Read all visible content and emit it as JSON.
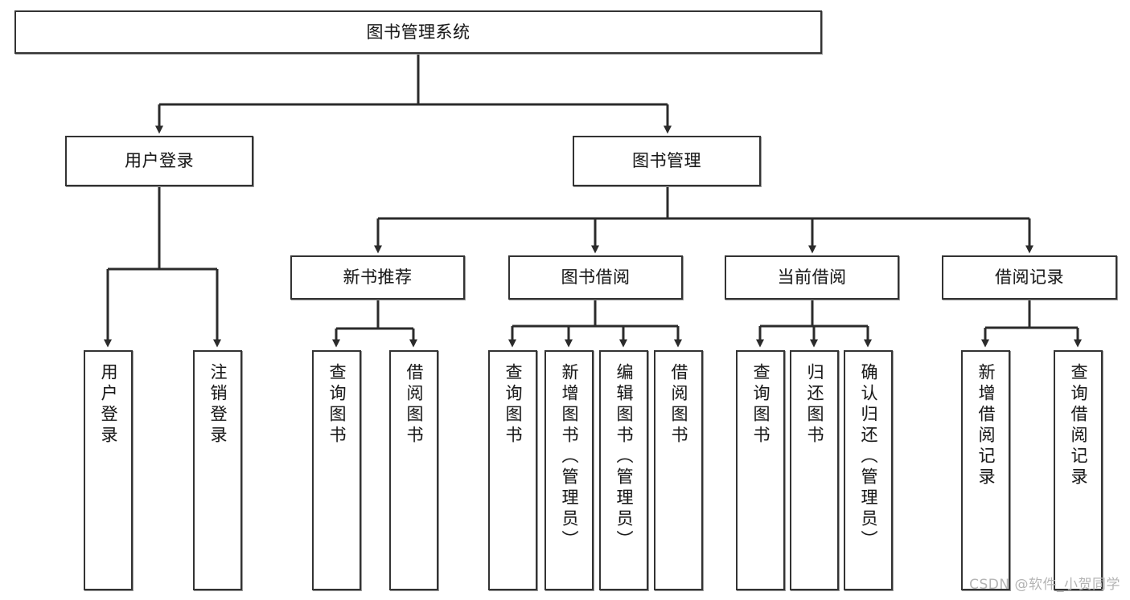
{
  "diagram": {
    "title": "图书管理系统",
    "type": "tree-hierarchy-chart",
    "watermark": "CSDN @软件_小贺同学",
    "colors": {
      "box_border": "#333333",
      "box_fill": "#ffffff",
      "edge": "#2b2b2b",
      "text": "#1a1a1a",
      "watermark": "#b4b4b4"
    },
    "nodes": {
      "root": {
        "label": "图书管理系统"
      },
      "level2": [
        {
          "id": "user-login",
          "label": "用户登录"
        },
        {
          "id": "book-manage",
          "label": "图书管理"
        }
      ],
      "level3": [
        {
          "id": "new-book-recommend",
          "label": "新书推荐"
        },
        {
          "id": "book-borrow",
          "label": "图书借阅"
        },
        {
          "id": "current-borrow",
          "label": "当前借阅"
        },
        {
          "id": "borrow-record",
          "label": "借阅记录"
        }
      ],
      "leaves": {
        "user_login": [
          {
            "id": "leaf-user-login",
            "label": "用户登录"
          },
          {
            "id": "leaf-logout-login",
            "label": "注销登录"
          }
        ],
        "new_book_recommend": [
          {
            "id": "leaf-query-book-1",
            "label": "查询图书"
          },
          {
            "id": "leaf-borrow-book-1",
            "label": "借阅图书"
          }
        ],
        "book_borrow": [
          {
            "id": "leaf-query-book-2",
            "label": "查询图书"
          },
          {
            "id": "leaf-add-book",
            "label": "新增图书（管理员）"
          },
          {
            "id": "leaf-edit-book",
            "label": "编辑图书（管理员）"
          },
          {
            "id": "leaf-borrow-book-2",
            "label": "借阅图书"
          }
        ],
        "current_borrow": [
          {
            "id": "leaf-query-book-3",
            "label": "查询图书"
          },
          {
            "id": "leaf-return-book",
            "label": "归还图书"
          },
          {
            "id": "leaf-confirm-return",
            "label": "确认归还（管理员）"
          }
        ],
        "borrow_record": [
          {
            "id": "leaf-add-record",
            "label": "新增借阅记录"
          },
          {
            "id": "leaf-query-record",
            "label": "查询借阅记录"
          }
        ]
      }
    }
  }
}
